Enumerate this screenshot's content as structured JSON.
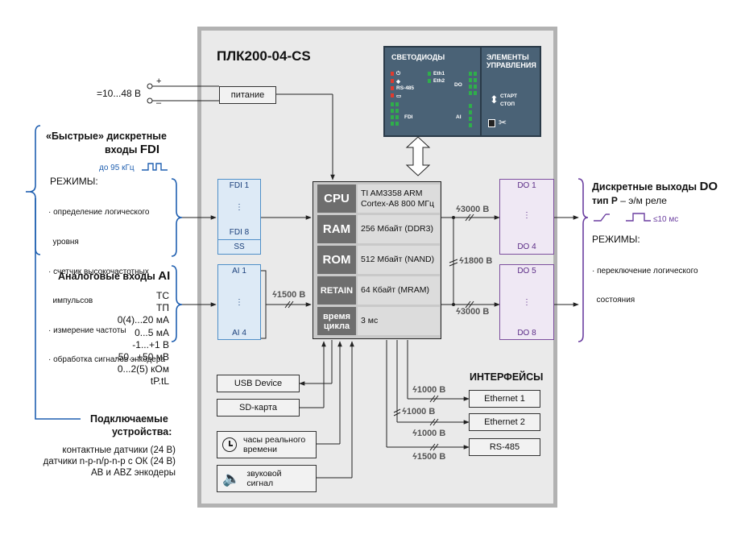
{
  "title": "ПЛК200-04-CS",
  "power": {
    "voltage": "=10...48 В",
    "plus": "+",
    "minus": "–",
    "label": "питание"
  },
  "led_panel": {
    "header_left": "СВЕТОДИОДЫ",
    "header_right_1": "ЭЛЕМЕНТЫ",
    "header_right_2": "УПРАВЛЕНИЯ",
    "rs485": "RS-485",
    "eth1": "Eth1",
    "eth2": "Eth2",
    "fdi": "FDI",
    "do": "DO",
    "ai": "AI",
    "start": "СТАРТ",
    "stop": "СТОП"
  },
  "cpu_block": [
    {
      "label": "CPU",
      "value_1": "TI AM3358 ARM",
      "value_2": "Cortex-A8 800 МГц"
    },
    {
      "label": "RAM",
      "value_1": "256 Мбайт (DDR3)",
      "value_2": ""
    },
    {
      "label": "ROM",
      "value_1": "512 Мбайт (NAND)",
      "value_2": ""
    },
    {
      "label": "RETAIN",
      "value_1": "64 Кбайт (MRAM)",
      "value_2": ""
    },
    {
      "label": "время цикла",
      "value_1": "3 мс",
      "value_2": ""
    }
  ],
  "fdi_box": {
    "top": "FDI 1",
    "dots": "⋮",
    "bottom": "FDI 8",
    "ss": "SS"
  },
  "ai_box": {
    "top": "AI 1",
    "dots": "⋮",
    "bottom": "AI 4"
  },
  "do_box1": {
    "top": "DO 1",
    "dots": "⋮",
    "bottom": "DO 4"
  },
  "do_box2": {
    "top": "DO 5",
    "dots": "⋮",
    "bottom": "DO 8"
  },
  "isolation": {
    "ai": "1500 В",
    "do1": "3000 В",
    "do_between": "1800 В",
    "do2": "3000 В",
    "eth1": "1000 В",
    "eth_between": "1000 В",
    "eth2": "1000 В",
    "rs485": "1500 В"
  },
  "left_fdi": {
    "title_1": "«Быстрые» дискретные",
    "title_2": "входы",
    "title_bold": "FDI",
    "freq": "до 95 кГц",
    "modes_title": "РЕЖИМЫ:",
    "modes": [
      "· определение логического",
      "  уровня",
      "· счетчик высокочастотных",
      "  импульсов",
      "· измерение частоты",
      "· обработка сигналов энкодера"
    ]
  },
  "left_ai": {
    "title": "Аналоговые входы",
    "title_bold": "AI",
    "items": [
      "ТС",
      "ТП",
      "0(4)...20 мА",
      "0...5 мА",
      "-1...+1 В",
      "-50...+50 мВ",
      "0...2(5) кОм",
      "tP.tL"
    ]
  },
  "devices": {
    "title_1": "Подключаемые",
    "title_2": "устройства:",
    "items": [
      "контактные датчики (24 В)",
      "датчики n-p-n/p-n-p с ОК (24 В)",
      "AB и ABZ энкодеры"
    ]
  },
  "right_do": {
    "title": "Дискретные выходы",
    "title_bold": "DO",
    "type_prefix": "тип",
    "type_bold": "Р",
    "type_suffix": "– э/м реле",
    "time": "≤10 мс",
    "modes_title": "РЕЖИМЫ:",
    "modes": [
      "· переключение логического",
      "  состояния"
    ]
  },
  "bottom_left": {
    "usb": "USB Device",
    "sd": "SD-карта",
    "clock": "часы реального времени",
    "sound": "звуковой сигнал"
  },
  "interfaces": {
    "title": "ИНТЕРФЕЙСЫ",
    "eth1": "Ethernet 1",
    "eth2": "Ethernet 2",
    "rs485": "RS-485"
  },
  "colors": {
    "blue": "#1f5fb0",
    "purple": "#6b3fa0",
    "panel_gray": "#eaeaea",
    "led_panel": "#4a6276"
  }
}
